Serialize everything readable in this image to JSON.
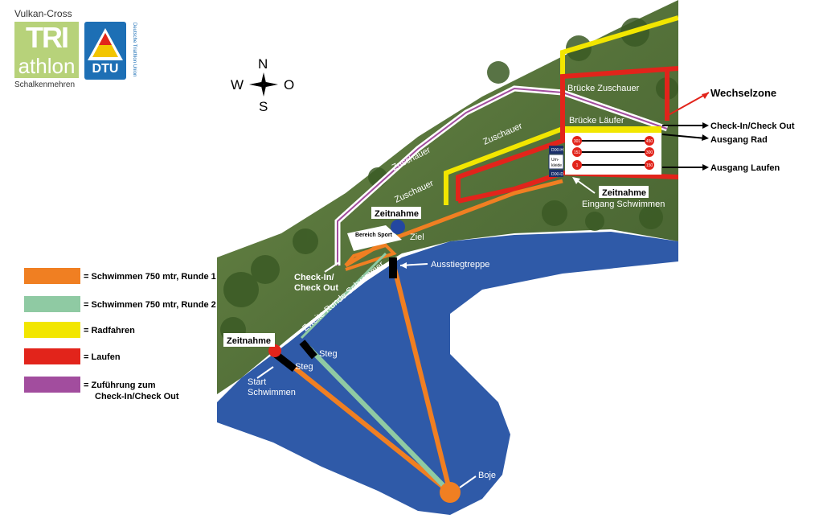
{
  "logo": {
    "top_text": "Vulkan-Cross",
    "tri": "TRI",
    "athlon": "athlon",
    "bottom_text": "Schalkenmehren",
    "dtu": "DTU",
    "dtu_vertical": "Deutsche Triathlon Union"
  },
  "compass": {
    "north": "N",
    "south": "S",
    "west": "W",
    "east": "O"
  },
  "legend": [
    {
      "label": "= Schwimmen 750 mtr, Runde 1",
      "color": "#f07f22"
    },
    {
      "label": "= Schwimmen 750 mtr, Runde 2",
      "color": "#8fcaa3"
    },
    {
      "label": "= Radfahren",
      "color": "#f2e600"
    },
    {
      "label": "= Laufen",
      "color": "#e2241b"
    },
    {
      "label": "= Zuführung zum\nCheck-In/Check Out",
      "color": "#a24d9e"
    }
  ],
  "map_labels": {
    "bruecke_zuschauer": "Brücke Zuschauer",
    "bruecke_laeufer": "Brücke Läufer",
    "zuschauer": "Zuschauer",
    "zeitnahme": "Zeitnahme",
    "eingang_schwimmen": "Eingang Schwimmen",
    "bereich_sport": "Bereich Sport",
    "ziel": "Ziel",
    "check_in_out": "Check-In/\nCheck Out",
    "ausstiegtreppe": "Ausstiegtreppe",
    "zweite_runde": "Zweite Runde Schwimmer",
    "steg": "Steg",
    "start_schwimmen": "Start\nSchwimmen",
    "boje": "Boje",
    "dixi_h": "DIXI-H",
    "dixi_d": "DIXI-D",
    "umkleide": "Um-\nkleide",
    "rack_nums_left": [
      "301",
      "151",
      "1"
    ],
    "rack_nums_right": [
      "450",
      "300",
      "150"
    ]
  },
  "right_labels": {
    "wechselzone": "Wechselzone",
    "check_in_check_out": "Check-In/Check Out",
    "ausgang_rad": "Ausgang Rad",
    "ausgang_laufen": "Ausgang Laufen"
  },
  "colors": {
    "swim1": "#f07f22",
    "swim2": "#8fcaa3",
    "bike": "#f2e600",
    "run": "#e2241b",
    "access": "#a24d9e",
    "water": "#2f5aa8",
    "grass": "#5b7a3c"
  }
}
